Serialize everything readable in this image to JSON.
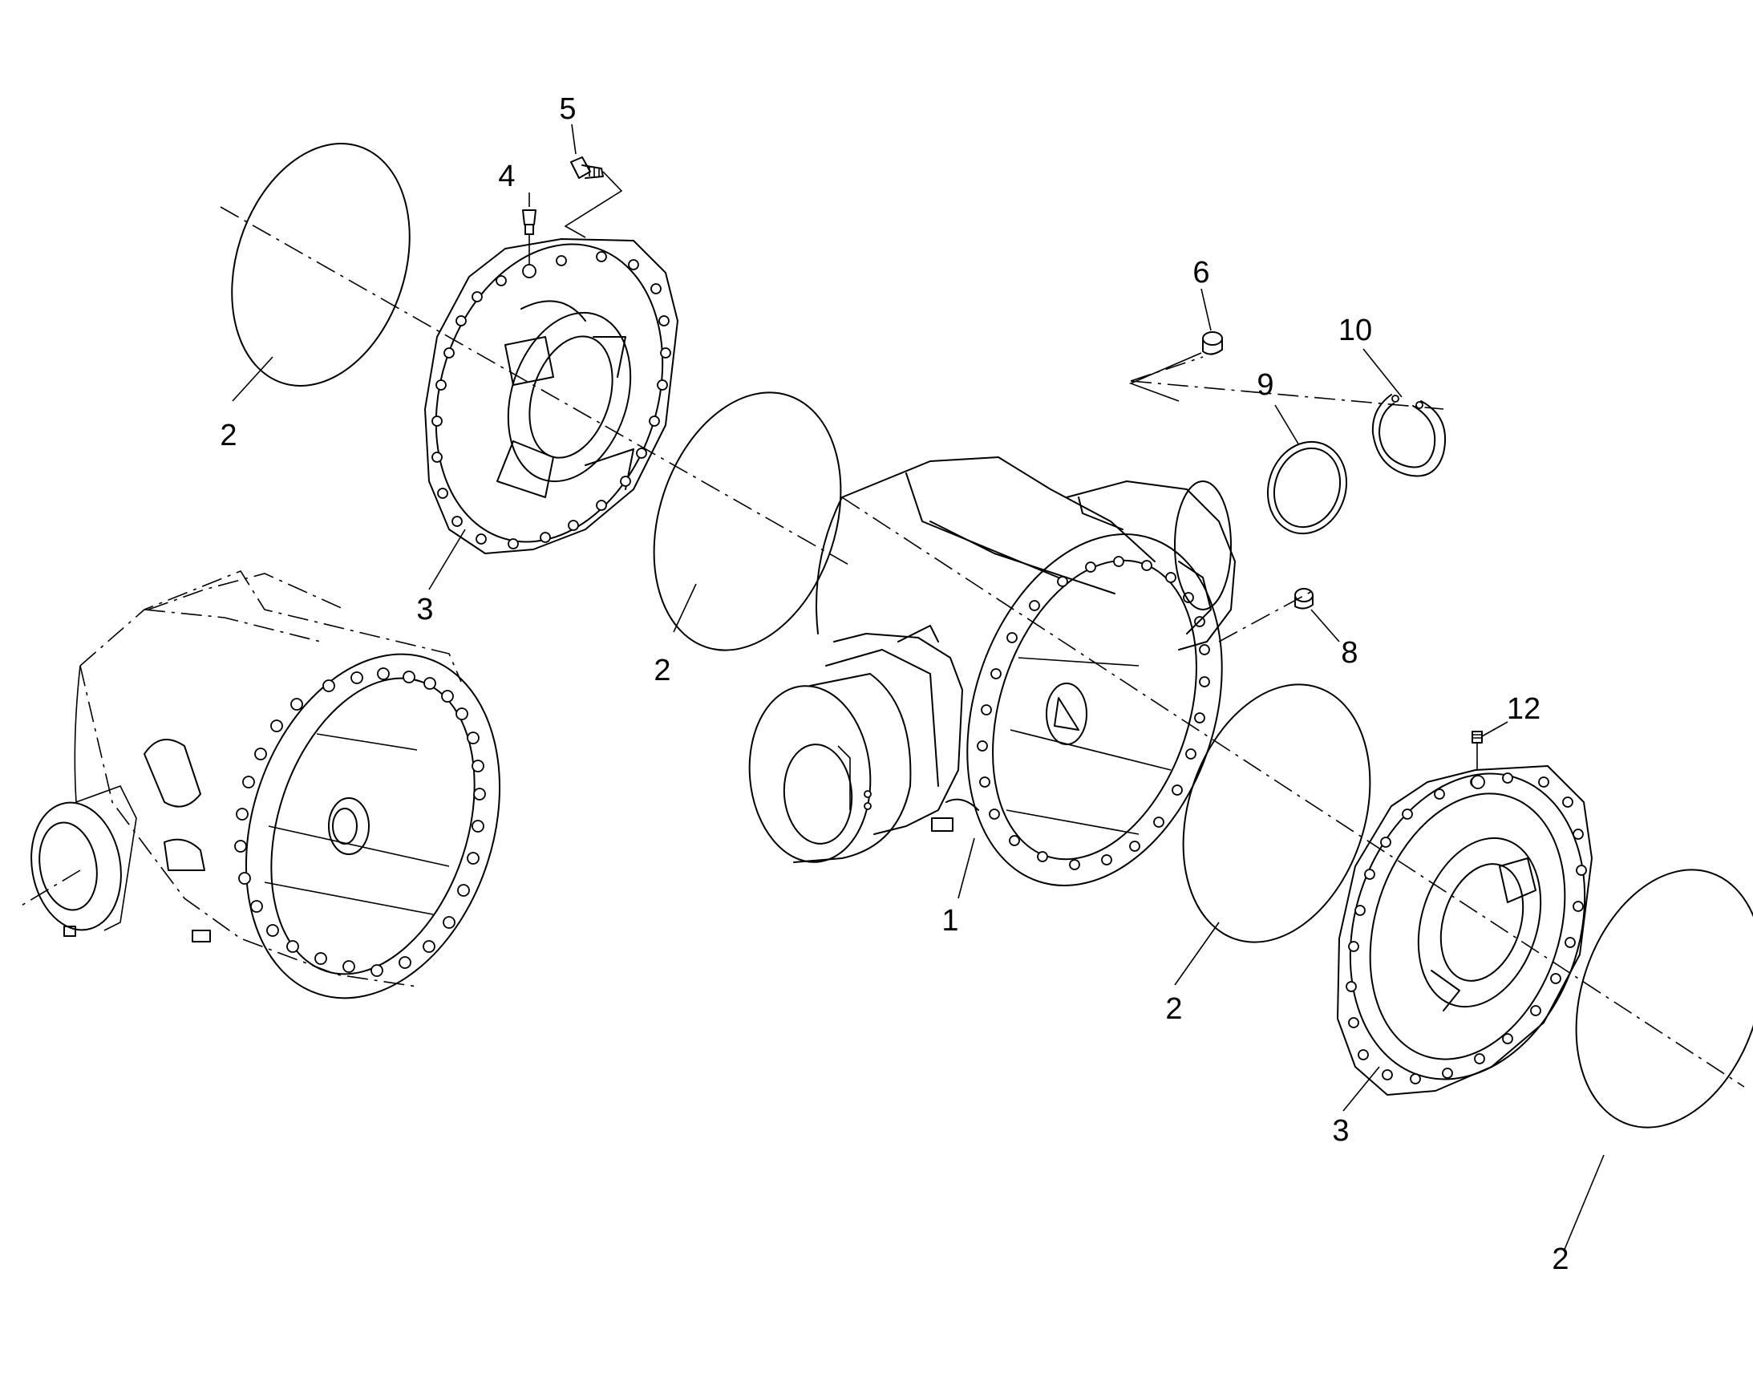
{
  "callouts": [
    {
      "id": "c1",
      "text": "1"
    },
    {
      "id": "c2a",
      "text": "2"
    },
    {
      "id": "c2b",
      "text": "2"
    },
    {
      "id": "c2c",
      "text": "2"
    },
    {
      "id": "c2d",
      "text": "2"
    },
    {
      "id": "c3a",
      "text": "3"
    },
    {
      "id": "c3b",
      "text": "3"
    },
    {
      "id": "c4",
      "text": "4"
    },
    {
      "id": "c5",
      "text": "5"
    },
    {
      "id": "c6",
      "text": "6"
    },
    {
      "id": "c8",
      "text": "8"
    },
    {
      "id": "c9",
      "text": "9"
    },
    {
      "id": "c10",
      "text": "10"
    },
    {
      "id": "c12",
      "text": "12"
    }
  ]
}
